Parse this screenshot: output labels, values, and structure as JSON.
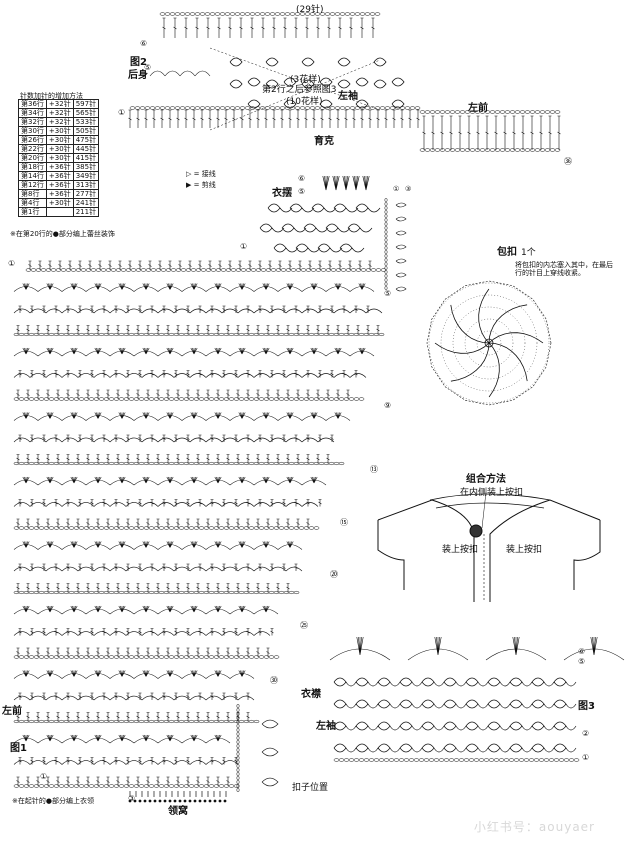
{
  "top_count": "(29针)",
  "fig2": {
    "label": "图2",
    "back": "后身",
    "left_sleeve": "左袖",
    "yoke": "育克",
    "flower3": "(3花样)",
    "flower10": "(10花样)",
    "row_note": "第2行之后参照图3",
    "left_front": "左前"
  },
  "fig1": {
    "label": "图1",
    "left_front": "左前",
    "front_band": "衣襟",
    "neckline": "领窝",
    "button_pos": "扣子位置",
    "note_hem": "※在第20行的●部分编上蕾丝装饰",
    "note_start": "※在起针的●部分编上衣领"
  },
  "hem_label": "衣摆",
  "increase_table": {
    "title": "针数加针的增加方法",
    "rows": [
      [
        "第36行",
        "+32针",
        "597针"
      ],
      [
        "第34行",
        "+32针",
        "565针"
      ],
      [
        "第32行",
        "+32针",
        "533针"
      ],
      [
        "第30行",
        "+30针",
        "505针"
      ],
      [
        "第26行",
        "+30针",
        "475针"
      ],
      [
        "第22行",
        "+30针",
        "445针"
      ],
      [
        "第20行",
        "+30针",
        "415针"
      ],
      [
        "第18行",
        "+36针",
        "385针"
      ],
      [
        "第14行",
        "+36针",
        "349针"
      ],
      [
        "第12行",
        "+36针",
        "313针"
      ],
      [
        "第8行",
        "+36针",
        "277针"
      ],
      [
        "第4行",
        "+30针",
        "241针"
      ],
      [
        "第1行",
        "",
        "211针"
      ]
    ]
  },
  "legend": {
    "attach": "= 接线",
    "cut": "= 剪线"
  },
  "button": {
    "title": "包扣",
    "count": "1个",
    "note": "将包扣的内芯塞入其中，在最后行的针目上穿线收紧。"
  },
  "assembly": {
    "title": "组合方法",
    "inner": "在内侧装上按扣",
    "snap_left": "装上按扣",
    "snap_right": "装上按扣"
  },
  "fig3": {
    "label": "图3",
    "left_sleeve": "左袖"
  },
  "row_marks": {
    "r1": "①",
    "r2": "②",
    "r3": "③",
    "r5": "⑤",
    "r6": "⑥",
    "r9": "⑨",
    "r13": "⑬",
    "r15": "⑮",
    "r20": "⑳",
    "r25": "㉕",
    "r30": "㉚",
    "r36": "㊱"
  },
  "watermark": "小红书号：aouyaer",
  "colors": {
    "ink": "#111111",
    "paper": "#ffffff"
  }
}
